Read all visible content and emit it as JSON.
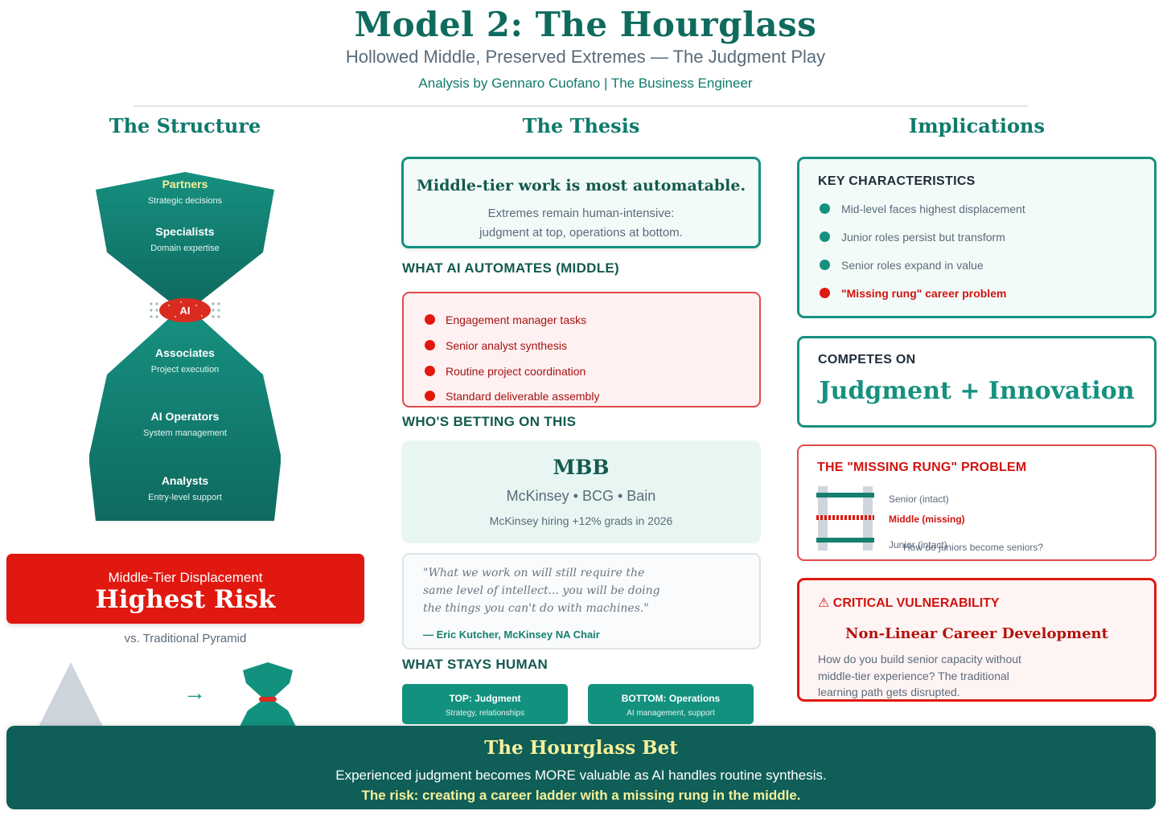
{
  "header": {
    "title": "Model 2: The Hourglass",
    "subtitle": "Hollowed Middle, Preserved Extremes — The Judgment Play",
    "byline": "Analysis by Gennaro Cuofano | The Business Engineer"
  },
  "columns": {
    "structure": "The Structure",
    "thesis": "The Thesis",
    "implications": "Implications"
  },
  "hourglass": {
    "colors": {
      "teal_top": "#148b7c",
      "teal_bottom": "#0f6e62",
      "ai_red": "#d92b20"
    },
    "center_label": "AI",
    "tiers": [
      {
        "name": "Partners",
        "desc": "Strategic decisions"
      },
      {
        "name": "Specialists",
        "desc": "Domain expertise"
      },
      {
        "name": "Associates",
        "desc": "Project execution"
      },
      {
        "name": "AI Operators",
        "desc": "System management"
      },
      {
        "name": "Analysts",
        "desc": "Entry-level support"
      }
    ]
  },
  "risk": {
    "label": "Middle-Tier Displacement",
    "value": "Highest Risk",
    "comparison": "vs. Traditional Pyramid",
    "arrow": "→"
  },
  "thesis": {
    "main": "Middle-tier work is most automatable.",
    "sub_line1": "Extremes remain human-intensive:",
    "sub_line2": "judgment at top, operations at bottom."
  },
  "automates": {
    "heading": "WHAT AI AUTOMATES (MIDDLE)",
    "items": [
      "Engagement manager tasks",
      "Senior analyst synthesis",
      "Routine project coordination",
      "Standard deliverable assembly"
    ]
  },
  "betting": {
    "heading": "WHO'S BETTING ON THIS",
    "name": "MBB",
    "firms": "McKinsey • BCG • Bain",
    "note": "McKinsey hiring +12% grads in 2026"
  },
  "quote": {
    "line1": "\"What we work on will still require the",
    "line2": "same level of intellect... you will be doing",
    "line3": "the things you can't do with machines.\"",
    "attribution": "— Eric Kutcher, McKinsey NA Chair"
  },
  "stays_human": {
    "heading": "WHAT STAYS HUMAN",
    "top": {
      "title": "TOP: Judgment",
      "desc": "Strategy, relationships"
    },
    "bottom": {
      "title": "BOTTOM: Operations",
      "desc": "AI management, support"
    }
  },
  "key_characteristics": {
    "heading": "KEY CHARACTERISTICS",
    "items": [
      "Mid-level faces highest displacement",
      "Junior roles persist but transform",
      "Senior roles expand in value",
      "\"Missing rung\" career problem"
    ]
  },
  "competes": {
    "heading": "COMPETES ON",
    "value": "Judgment + Innovation"
  },
  "missing_rung": {
    "heading": "THE \"MISSING RUNG\" PROBLEM",
    "senior": "Senior (intact)",
    "middle": "Middle (missing)",
    "junior": "Junior (intact)",
    "question": "How do juniors become seniors?"
  },
  "vulnerability": {
    "heading": "⚠ CRITICAL VULNERABILITY",
    "title": "Non-Linear Career Development",
    "line1": "How do you build senior capacity without",
    "line2": "middle-tier experience? The traditional",
    "line3": "learning path gets disrupted."
  },
  "banner": {
    "title": "The Hourglass Bet",
    "text": "Experienced judgment becomes MORE valuable as AI handles routine synthesis.",
    "risk": "The risk: creating a career ladder with a missing rung in the middle."
  }
}
